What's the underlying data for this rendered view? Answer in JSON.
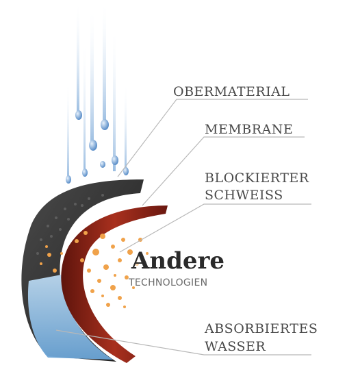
{
  "labels": {
    "obermaterial": "OBERMATERIAL",
    "membrane": "MEMBRANE",
    "blockiert_line1": "BLOCKIERTER",
    "blockiert_line2": "SCHWEISS",
    "absorbiert_line1": "ABSORBIERTES",
    "absorbiert_line2": "WASSER"
  },
  "heading": {
    "title": "Andere",
    "subtitle": "TECHNOLOGIEN"
  },
  "colors": {
    "outer_material": "#2b2b2b",
    "membrane": "#8f1f14",
    "sweat": "#f0a24a",
    "water": "#7fb6e0",
    "rain": "#9fc3e6",
    "text": "#4a4a4a",
    "leader_line": "#b8b8b8"
  }
}
